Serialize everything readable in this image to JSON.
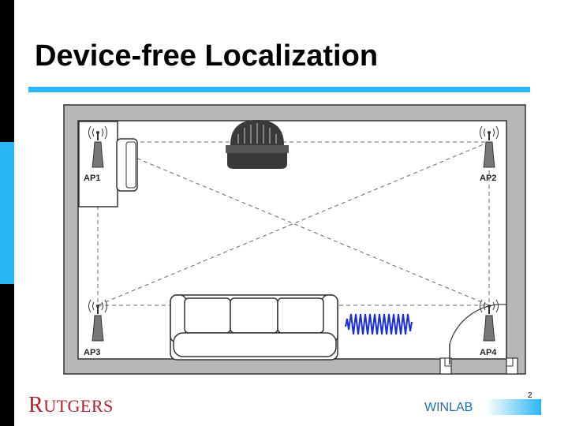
{
  "slide": {
    "title": "Device-free Localization",
    "number": "2"
  },
  "diagram": {
    "access_points": [
      {
        "id": "ap1",
        "label": "AP1"
      },
      {
        "id": "ap2",
        "label": "AP2"
      },
      {
        "id": "ap3",
        "label": "AP3"
      },
      {
        "id": "ap4",
        "label": "AP4"
      }
    ],
    "icons": [
      "wifi-ap-icon",
      "ceiling-lamp-icon",
      "sofa-icon",
      "bed-icon",
      "signal-wave-icon",
      "door-icon"
    ]
  },
  "footer": {
    "logo_text_first": "R",
    "logo_text_rest": "UTGERS",
    "lab_name": "WINLAB"
  },
  "colors": {
    "accent": "#29b6f6",
    "logo": "#b0202c",
    "wave": "#1a2fd6"
  }
}
